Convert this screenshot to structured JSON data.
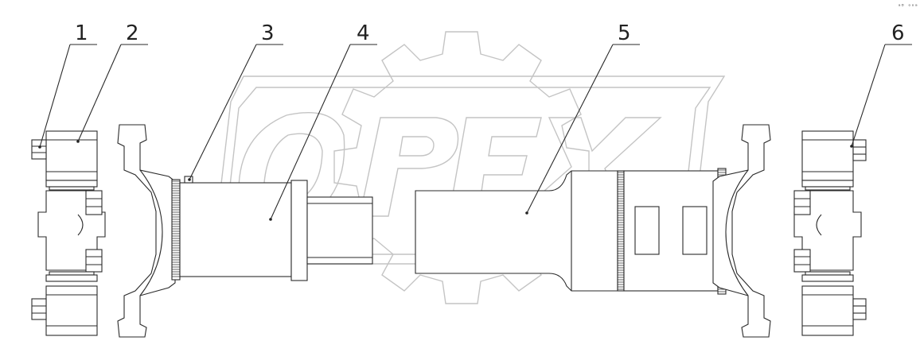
{
  "drawing": {
    "watermark_text": "OPEX",
    "corner_code": "ᵃᴰ ᵒᵒᵃ",
    "callouts": [
      {
        "id": "1",
        "label": "1"
      },
      {
        "id": "2",
        "label": "2"
      },
      {
        "id": "3",
        "label": "3"
      },
      {
        "id": "4",
        "label": "4"
      },
      {
        "id": "5",
        "label": "5"
      },
      {
        "id": "6",
        "label": "6"
      }
    ]
  }
}
